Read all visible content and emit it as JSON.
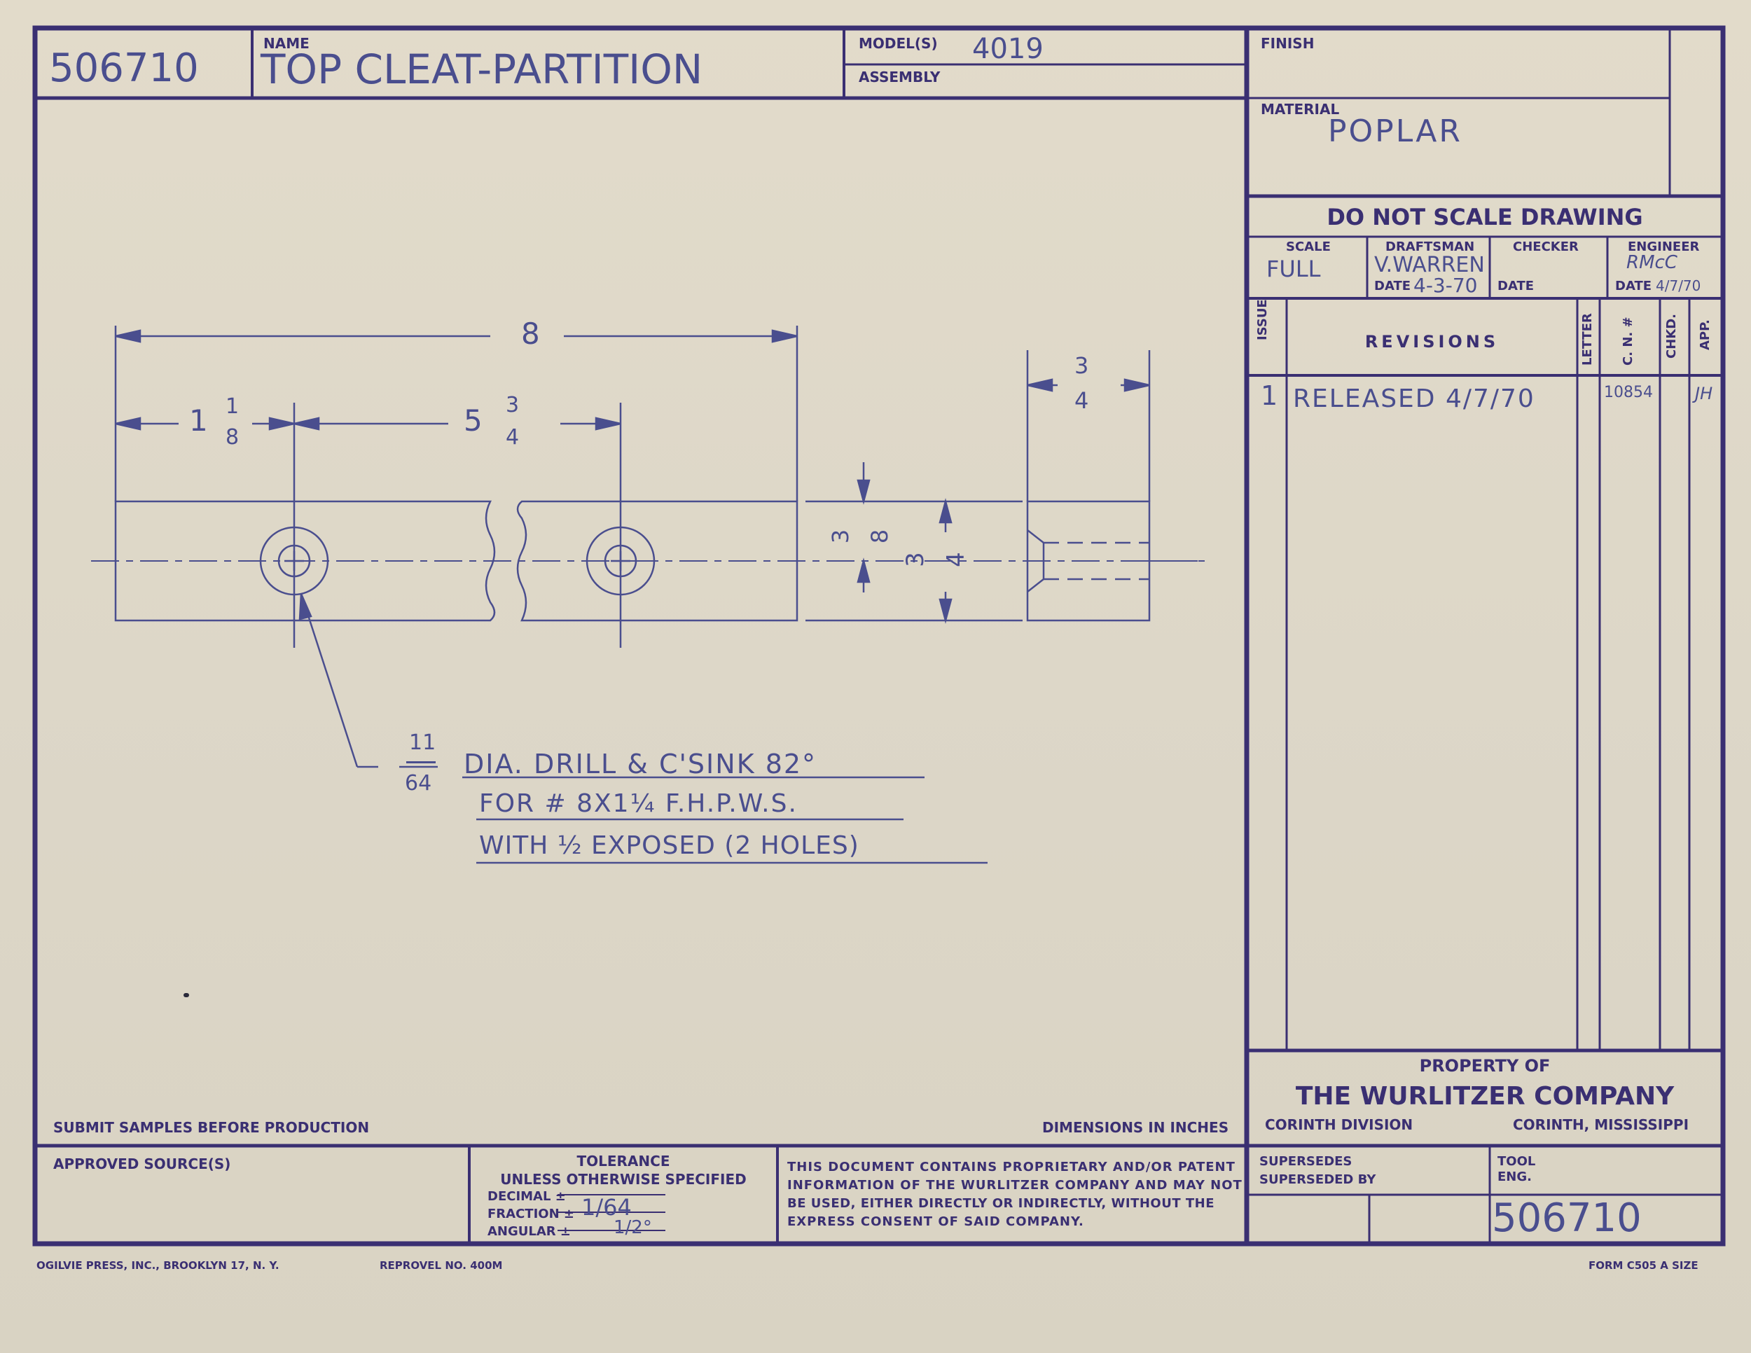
{
  "part_number": "506710",
  "labels": {
    "name": "NAME",
    "models": "MODEL(S)",
    "assembly": "ASSEMBLY",
    "finish": "FINISH",
    "material": "MATERIAL",
    "do_not_scale": "DO NOT SCALE DRAWING",
    "scale": "SCALE",
    "draftsman": "DRAFTSMAN",
    "checker": "CHECKER",
    "engineer": "ENGINEER",
    "date": "DATE",
    "issue": "ISSUE",
    "revisions": "REVISIONS",
    "letter": "LETTER",
    "cn": "C. N. #",
    "chkd": "CHKD.",
    "app": "APP.",
    "submit_samples": "SUBMIT SAMPLES BEFORE PRODUCTION",
    "dimensions_in_inches": "DIMENSIONS IN INCHES",
    "approved_sources": "APPROVED SOURCE(S)",
    "tolerance": "TOLERANCE",
    "unless_specified": "UNLESS OTHERWISE SPECIFIED",
    "decimal": "DECIMAL ±",
    "fraction": "FRACTION ±",
    "angular": "ANGULAR ±",
    "proprietary_1": "THIS DOCUMENT CONTAINS PROPRIETARY AND/OR PATENT",
    "proprietary_2": "INFORMATION OF THE WURLITZER COMPANY AND MAY NOT",
    "proprietary_3": "BE USED, EITHER DIRECTLY OR INDIRECTLY, WITHOUT THE",
    "proprietary_4": "EXPRESS CONSENT OF SAID COMPANY.",
    "property_of": "PROPERTY OF",
    "company": "THE WURLITZER COMPANY",
    "division": "CORINTH DIVISION",
    "location": "CORINTH, MISSISSIPPI",
    "supersedes": "SUPERSEDES",
    "superseded_by": "SUPERSEDED BY",
    "tool": "TOOL",
    "eng": "ENG.",
    "printer": "OGILVIE PRESS, INC., BROOKLYN 17, N. Y.",
    "reprovel": "REPROVEL NO. 400M",
    "form": "FORM C505 A SIZE"
  },
  "fields": {
    "name": "TOP CLEAT-PARTITION",
    "model": "4019",
    "material": "POPLAR",
    "scale": "FULL",
    "draftsman": "V.WARREN",
    "draftsman_date": "4-3-70",
    "engineer_initials": "RMcC",
    "engineer_date": "4/7/70",
    "tolerance_fraction": "1/64",
    "tolerance_angular": "1/2°",
    "footer_part_number": "506710"
  },
  "revisions": [
    {
      "issue": "1",
      "text": "RELEASED 4/7/70",
      "cn": "10854",
      "chkd": "",
      "app": "JH"
    }
  ],
  "dimensions": {
    "overall_length": "8",
    "first_hole_whole": "1",
    "first_hole_num": "1",
    "first_hole_den": "8",
    "spacing_whole": "5",
    "spacing_num": "3",
    "spacing_den": "4",
    "end_width_num": "3",
    "end_width_den": "4",
    "hole_height_num": "3",
    "hole_height_den": "8",
    "height_num": "3",
    "height_den": "4"
  },
  "note": {
    "dia_num": "11",
    "dia_den": "64",
    "line1": "DIA. DRILL & C'SINK 82°",
    "line2": "FOR # 8X1¼ F.H.P.W.S.",
    "line3": "WITH ½ EXPOSED (2 HOLES)"
  },
  "colors": {
    "print": "#3a2f72",
    "pencil": "#4a4e8e",
    "paper": "#ddd7c8"
  }
}
